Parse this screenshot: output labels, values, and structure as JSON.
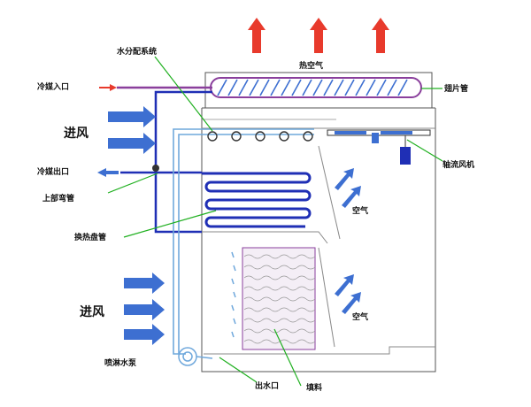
{
  "labels": {
    "hot_air": "热空气",
    "water_distributor": "水分配系统",
    "refrigerant_inlet": "冷媒入口",
    "fin_tube": "翅片管",
    "refrigerant_outlet": "冷媒出口",
    "axial_fan": "轴流风机",
    "elbow": "上部弯管",
    "heat_exchange_coil": "换热盘管",
    "air_upper": "空气",
    "air_lower": "空气",
    "spray_pump": "喷淋水泵",
    "water_outlet": "出水口",
    "fill_packing": "填料"
  },
  "inlet_labels": {
    "upper": "进风",
    "lower": "进风"
  },
  "colors": {
    "red_arrow": "#e83a2c",
    "blue_arrow": "#3d6fd1",
    "coil_blue": "#1f2fb5",
    "purple_pipe": "#8a3f9c",
    "light_blue_pipe": "#6fa8dc",
    "green_leader": "#20b020",
    "outline": "#555555"
  }
}
